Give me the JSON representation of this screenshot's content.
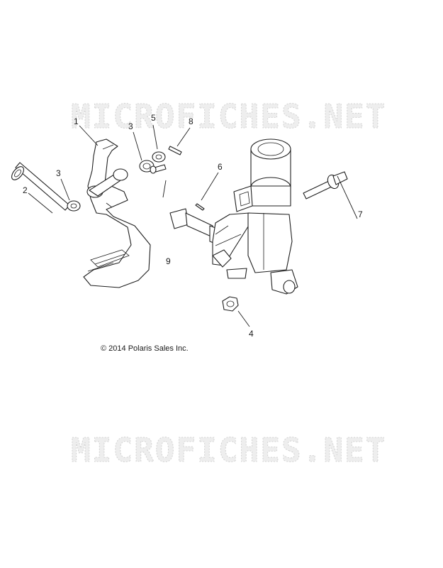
{
  "watermark_text": "MICROFICHES.NET",
  "copyright": "© 2014 Polaris Sales Inc.",
  "callouts": {
    "c1": "1",
    "c2": "2",
    "c3a": "3",
    "c3b": "3",
    "c4": "4",
    "c5": "5",
    "c6": "6",
    "c7": "7",
    "c8": "8",
    "c9": "9"
  },
  "icons": [
    "brake-pedal-icon",
    "pivot-bolt-icon",
    "bushing-icon",
    "washer-icon",
    "cotter-pin-icon",
    "master-cylinder-icon",
    "flange-bolt-icon",
    "nut-icon",
    "clevis-pin-icon"
  ]
}
